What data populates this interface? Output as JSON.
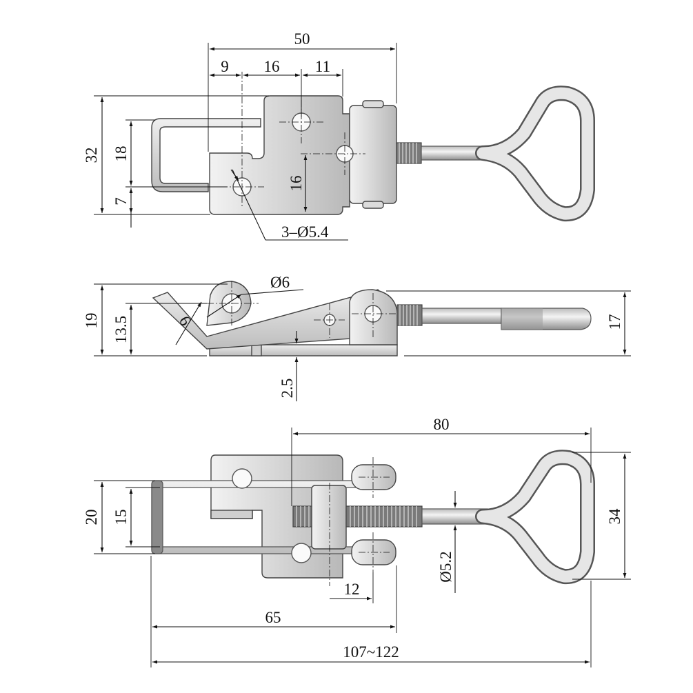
{
  "colors": {
    "metal": "#d9d9d9",
    "metal_light": "#ececec",
    "metal_dark": "#8c8c8c",
    "line": "#111111"
  },
  "top_view": {
    "dim_overall_width": "50",
    "dim_left_offset": "9",
    "dim_hole_spacing": "16",
    "dim_right_offset": "11",
    "dim_overall_height": "32",
    "dim_loop_height": "18",
    "dim_bottom_offset": "7",
    "dim_vertical_hole_spacing": "16",
    "hole_callout": "3–Ø5.4"
  },
  "side_view": {
    "dim_overall_height": "19",
    "dim_pivot_height": "13.5",
    "dim_pin_diameter": "Ø6",
    "dim_hook_width": "6",
    "dim_base_thickness": "2.5",
    "dim_rod_height": "17"
  },
  "bottom_view": {
    "dim_handle_length": "80",
    "dim_loop_width": "20",
    "dim_loop_inner": "15",
    "dim_handle_width": "34",
    "dim_rod_diameter": "Ø5.2",
    "dim_barrel_width": "12",
    "dim_base_length": "65",
    "dim_total_length": "107~122"
  }
}
